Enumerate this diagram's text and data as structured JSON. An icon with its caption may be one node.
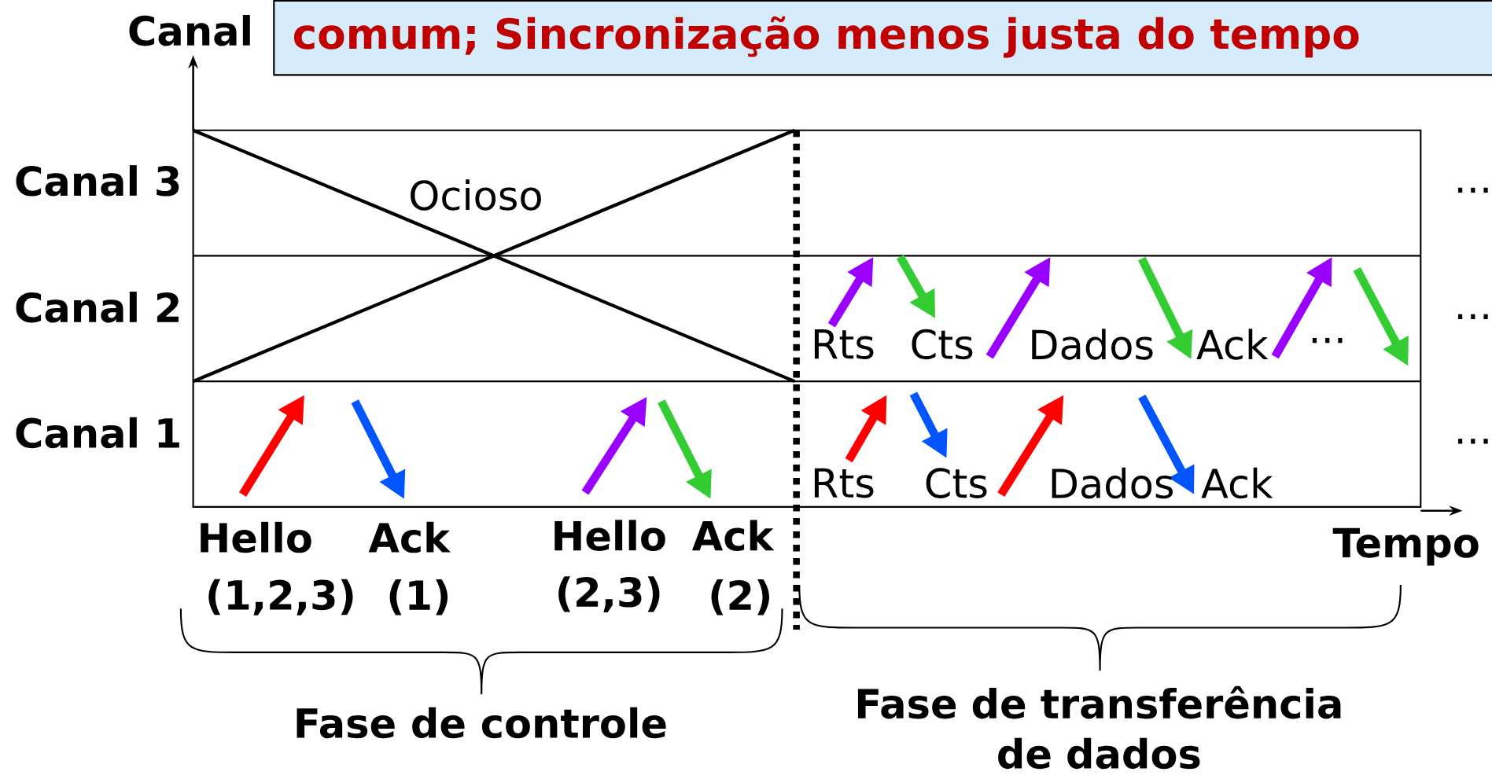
{
  "diagram": {
    "nodes": [
      {
        "text": [
          "comum; Sincronização menos justa do tempo"
        ]
      }
    ],
    "labels": [
      "Canal",
      "Canal 3",
      "Ocioso",
      "...",
      "Canal 2",
      "Rts",
      "Cts",
      "Dados",
      "Ack",
      "...",
      "...",
      "Canal 1",
      "...",
      "Rts",
      "Cts",
      "Dados",
      "Ack",
      "Hello",
      "Ack",
      "Hello",
      "Ack",
      "Tempo",
      "(1,2,3)",
      "(1)",
      "(2,3)",
      "(2)",
      "Fase de controle",
      "Fase de transferência de dados"
    ]
  }
}
